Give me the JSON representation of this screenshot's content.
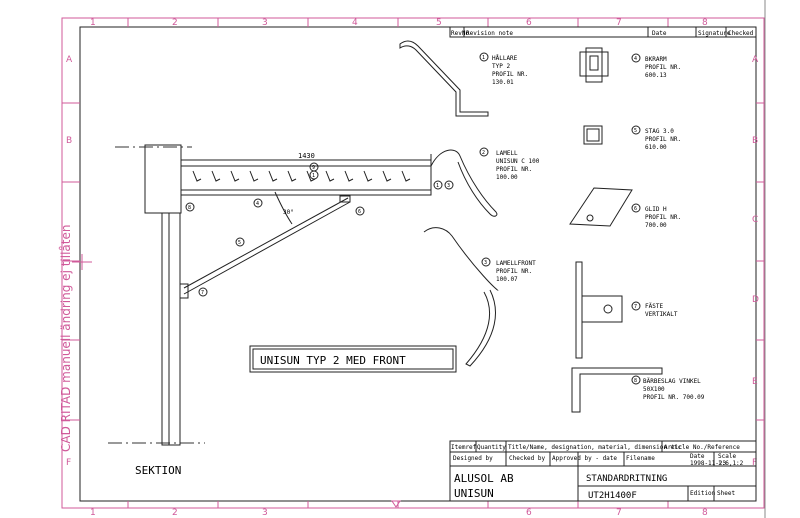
{
  "frame": {
    "columns": [
      "1",
      "2",
      "3",
      "4",
      "5",
      "6",
      "7",
      "8"
    ],
    "rows": [
      "A",
      "B",
      "C",
      "D",
      "E",
      "F"
    ],
    "side_note": "CAD RITAD manuell ändring ej tillåten"
  },
  "revision_table": {
    "headers": [
      "RevNo",
      "Revision note",
      "Date",
      "Signature",
      "Checked"
    ]
  },
  "drawing": {
    "dimension": "1430",
    "angle": "30°",
    "section_label": "SEKTION",
    "boxed_title": "UNISUN TYP 2 MED FRONT",
    "balloons": [
      "1",
      "2",
      "3",
      "4",
      "6",
      "7",
      "8",
      "9",
      "5"
    ]
  },
  "parts": [
    {
      "num": "1",
      "lines": [
        "HÅLLARE",
        "TYP 2",
        "PROFIL NR.",
        "130.01"
      ]
    },
    {
      "num": "2",
      "lines": [
        "LAMELL",
        "UNISUN C 100",
        "PROFIL NR.",
        "100.00"
      ]
    },
    {
      "num": "3",
      "lines": [
        "LAMELLFRONT",
        "PROFIL NR.",
        "100.07"
      ]
    },
    {
      "num": "4",
      "lines": [
        "BKRARM",
        "PROFIL NR.",
        "600.13"
      ]
    },
    {
      "num": "5",
      "lines": [
        "STAG 3.0",
        "PROFIL NR.",
        "610.00"
      ]
    },
    {
      "num": "6",
      "lines": [
        "GLID H",
        "PROFIL NR.",
        "700.00"
      ]
    },
    {
      "num": "7",
      "lines": [
        "FÄSTE",
        "VERTIKALT"
      ]
    },
    {
      "num": "8",
      "lines": [
        "BÄRBESLAG VINKEL",
        "50X100",
        "PROFIL NR. 700.09"
      ]
    }
  ],
  "title_block": {
    "headers": [
      "Itemref",
      "Quantity",
      "Title/Name, designation, material, dimension etc",
      "Article No./Reference"
    ],
    "designed_by_label": "Designed by",
    "checked_by_label": "Checked by",
    "approved_by_label": "Approved by - date",
    "filename_label": "Filename",
    "date_label": "Date",
    "date_value": "1998-11-23",
    "scale_label": "Scale",
    "scale_value": "1:6,1:2",
    "company": "ALUSOL AB",
    "product": "UNISUN",
    "drawing_name": "STANDARDRITNING",
    "drawing_no": "UT2H1400F",
    "edition_label": "Edition",
    "sheet_label": "Sheet"
  }
}
